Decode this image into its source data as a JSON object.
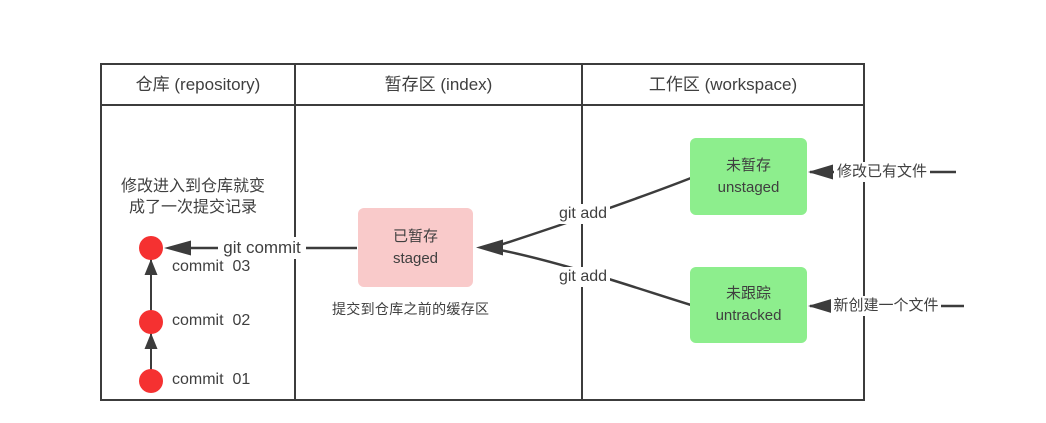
{
  "colors": {
    "line": "#3c3c3c",
    "text": "#3f3f3f",
    "red": "#f53131",
    "green": "#8dee8d",
    "pink": "#f9caca",
    "background": "#ffffff"
  },
  "headers": [
    {
      "label": "仓库 (repository)"
    },
    {
      "label": "暂存区 (index)"
    },
    {
      "label": "工作区 (workspace)"
    }
  ],
  "repository": {
    "note_line1": "修改进入到仓库就变",
    "note_line2": "成了一次提交记录",
    "git_commit_label": "git commit",
    "commits": [
      {
        "label": "commit  03"
      },
      {
        "label": "commit  02"
      },
      {
        "label": "commit  01"
      }
    ]
  },
  "index": {
    "staged_box": {
      "title": "已暂存",
      "subtitle": "staged"
    },
    "caption": "提交到仓库之前的缓存区",
    "git_add_top": "git add",
    "git_add_bottom": "git add"
  },
  "workspace": {
    "unstaged_box": {
      "title": "未暂存",
      "subtitle": "unstaged"
    },
    "untracked_box": {
      "title": "未跟踪",
      "subtitle": "untracked"
    },
    "modify_existing_label": "修改已有文件",
    "new_file_label": "新创建一个文件"
  }
}
